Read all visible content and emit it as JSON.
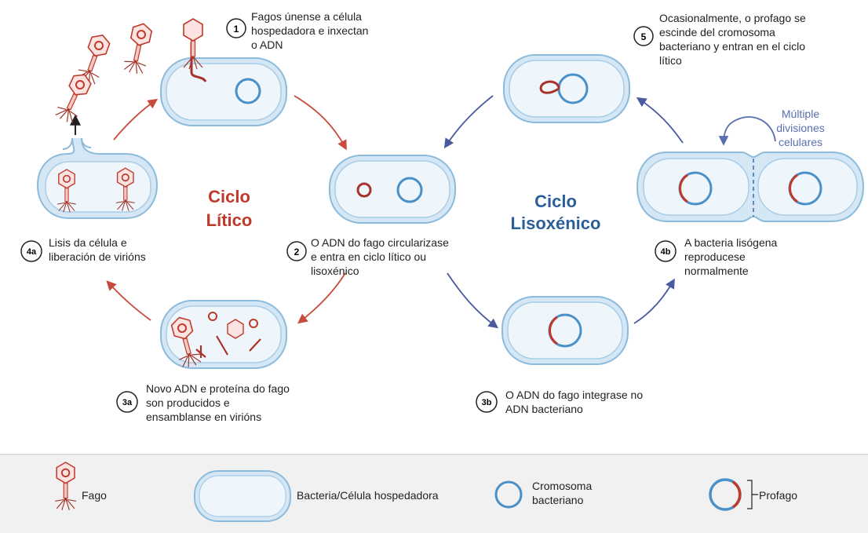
{
  "colors": {
    "lytic": "#c0392b",
    "lysogenic": "#2c5f99",
    "arrow_lytic": "#c94a3a",
    "arrow_lyso": "#4a5a9e",
    "chromosome": "#4a90c8",
    "prophage": "#c0392b",
    "cell_fill": "#e4f0fa",
    "cell_stroke": "#7fb3d8",
    "multi_div": "#5a6fb0",
    "legend_bg": "#f1f1f1"
  },
  "steps": {
    "s1": {
      "badge": "1",
      "text": [
        "Fagos únense a célula",
        "hospedadora e inxectan",
        "o ADN"
      ]
    },
    "s2": {
      "badge": "2",
      "text": [
        "O ADN do fago circularizase",
        "e entra en ciclo lítico ou",
        "lisoxénico"
      ]
    },
    "s3a": {
      "badge": "3a",
      "text": [
        "Novo ADN e proteína do fago",
        "son producidos e",
        "ensamblanse en virións"
      ]
    },
    "s3b": {
      "badge": "3b",
      "text": [
        "O ADN do fago integrase no",
        "ADN bacteriano"
      ]
    },
    "s4a": {
      "badge": "4a",
      "text": [
        "Lisis da célula e",
        "liberación de virións"
      ]
    },
    "s4b": {
      "badge": "4b",
      "text": [
        "A bacteria lisógena",
        "reproducese",
        "normalmente"
      ]
    },
    "s5": {
      "badge": "5",
      "text": [
        "Ocasionalmente, o profago se",
        "escinde del cromosoma",
        "bacteriano y entran en el ciclo",
        "lítico"
      ]
    }
  },
  "cycles": {
    "lytic": [
      "Ciclo",
      "Lítico"
    ],
    "lysogenic": [
      "Ciclo",
      "Lisoxénico"
    ]
  },
  "multiple_divisions": [
    "Múltiple",
    "divisiones",
    "celulares"
  ],
  "legend": {
    "phage": "Fago",
    "cell": "Bacteria/Célula hospedadora",
    "chromosome": [
      "Cromosoma",
      "bacteriano"
    ],
    "prophage": "Profago"
  }
}
